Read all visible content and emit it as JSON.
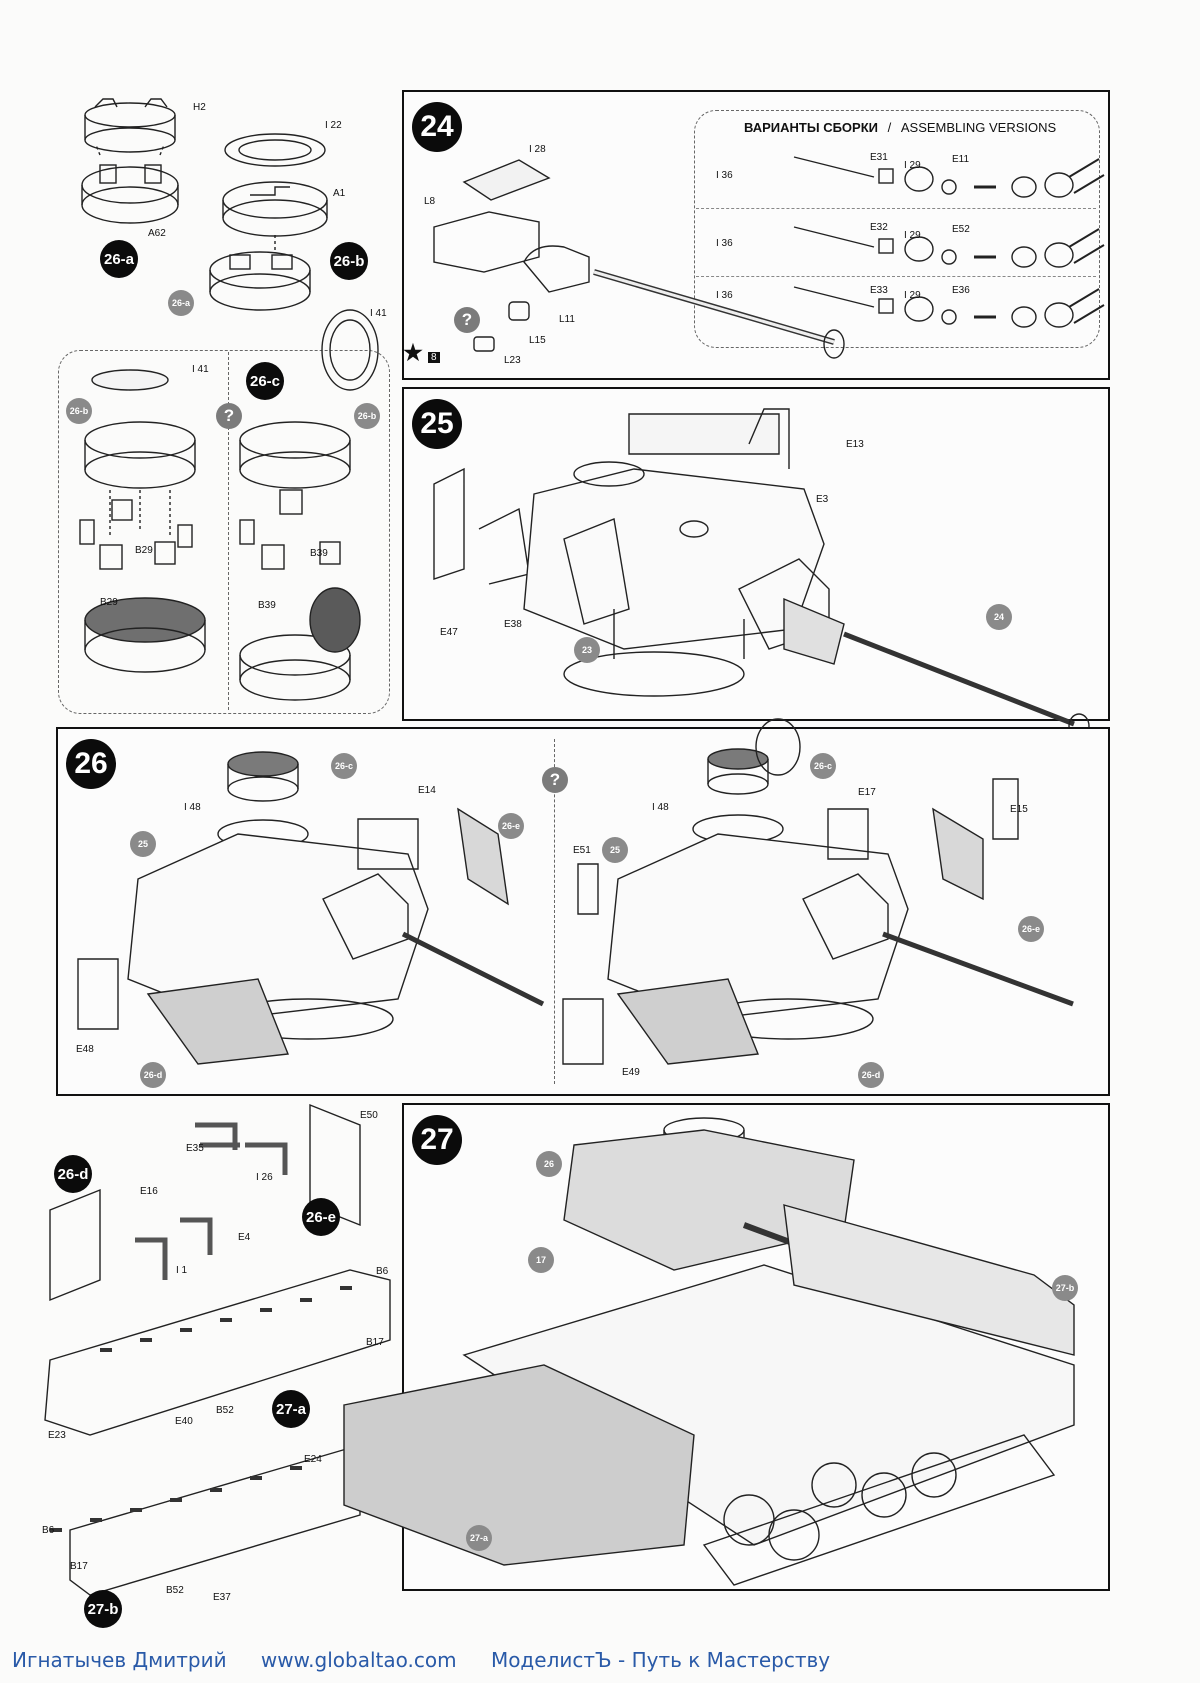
{
  "steps": {
    "s24": "24",
    "s25": "25",
    "s26": "26",
    "s27": "27"
  },
  "sub_badges": {
    "b26a": "26-a",
    "b26b": "26-b",
    "b26c": "26-c",
    "b26d": "26-d",
    "b26e": "26-e",
    "b27a": "27-a",
    "b27b": "27-b"
  },
  "ref_dots": {
    "r26a": "26-a",
    "r26b_1": "26-b",
    "r26b_2": "26-b",
    "r25_a": "25",
    "r25_b": "25",
    "r26c_a": "26-c",
    "r26c_b": "26-c",
    "r26e_a": "26-e",
    "r26e_b": "26-e",
    "r26d_a": "26-d",
    "r26d_b": "26-d",
    "r23": "23",
    "r24": "24",
    "r26": "26",
    "r17": "17",
    "r27a": "27-a",
    "r27b": "27-b"
  },
  "question_mark": "?",
  "star_number": "8",
  "variants": {
    "title_ru": "ВАРИАНТЫ СБОРКИ",
    "separator": "/",
    "title_en": "ASSEMBLING VERSIONS"
  },
  "labels": {
    "h2": "H2",
    "i22": "I 22",
    "a1": "A1",
    "a62": "A62",
    "i41a": "I 41",
    "i41b": "I 41",
    "b29a": "B29",
    "b29b": "B29",
    "b39a": "B39",
    "b39b": "B39",
    "i28": "I 28",
    "l8": "L8",
    "l11": "L11",
    "l15": "L15",
    "l23": "L23",
    "i36a": "I 36",
    "i36b": "I 36",
    "i36c": "I 36",
    "e31": "E31",
    "e32": "E32",
    "e33": "E33",
    "i29a": "I 29",
    "i29b": "I 29",
    "i29c": "I 29",
    "e11": "E11",
    "e52": "E52",
    "e36": "E36",
    "e13": "E13",
    "e3": "E3",
    "e47": "E47",
    "e38": "E38",
    "i48a": "I 48",
    "i48b": "I 48",
    "e14": "E14",
    "e48": "E48",
    "e17": "E17",
    "e15": "E15",
    "e51": "E51",
    "e49": "E49",
    "e35": "E35",
    "e50": "E50",
    "i26": "I 26",
    "e16": "E16",
    "e4": "E4",
    "i1": "I 1",
    "b6a": "B6",
    "b17a": "B17",
    "b52a": "B52",
    "e40": "E40",
    "e23": "E23",
    "e24": "E24",
    "b6b": "B6",
    "b17b": "B17",
    "b52b": "B52",
    "e37": "E37"
  },
  "footer": {
    "author": "Игнатычев Дмитрий",
    "site": "www.globaltao.com",
    "brand": "МоделистЪ - Путь к Мастерству"
  }
}
